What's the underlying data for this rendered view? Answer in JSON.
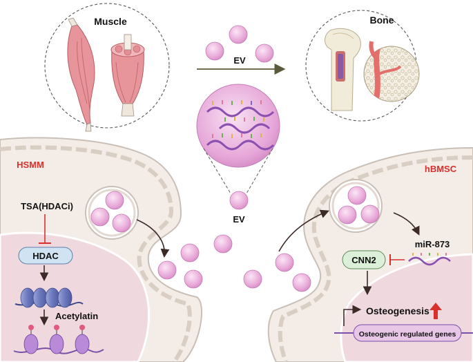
{
  "labels": {
    "muscle": "Muscle",
    "bone": "Bone",
    "ev_top": "EV",
    "ev_mid": "EV",
    "hsmm": "HSMM",
    "hbmsc": "hBMSC",
    "tsa": "TSA(HDACi)",
    "hdac": "HDAC",
    "acetylation": "Acetylatin",
    "mir": "miR-873",
    "cnn2": "CNN2",
    "osteogenesis": "Osteogenesis",
    "osteogenic_genes": "Osteogenic regulated genes"
  },
  "colors": {
    "accent_red": "#d9302c",
    "vesicle": "#e8a8d8",
    "cell_fill": "#f4ece6",
    "nucleus_fill": "#efd9df",
    "hdac_fill": "#cfe3f3",
    "cnn2_fill": "#dcefd8",
    "genes_fill": "#e7c6e6",
    "rna_purple": "#8a4fb0",
    "muscle_pink": "#e7959a",
    "arrow_olive": "#5b5a3a",
    "arrow_dark": "#3b2a26"
  },
  "icons": [
    "muscle-icon",
    "bone-icon",
    "vesicle-icon",
    "rna-strand-icon",
    "nucleosome-icon",
    "up-arrow-icon"
  ]
}
